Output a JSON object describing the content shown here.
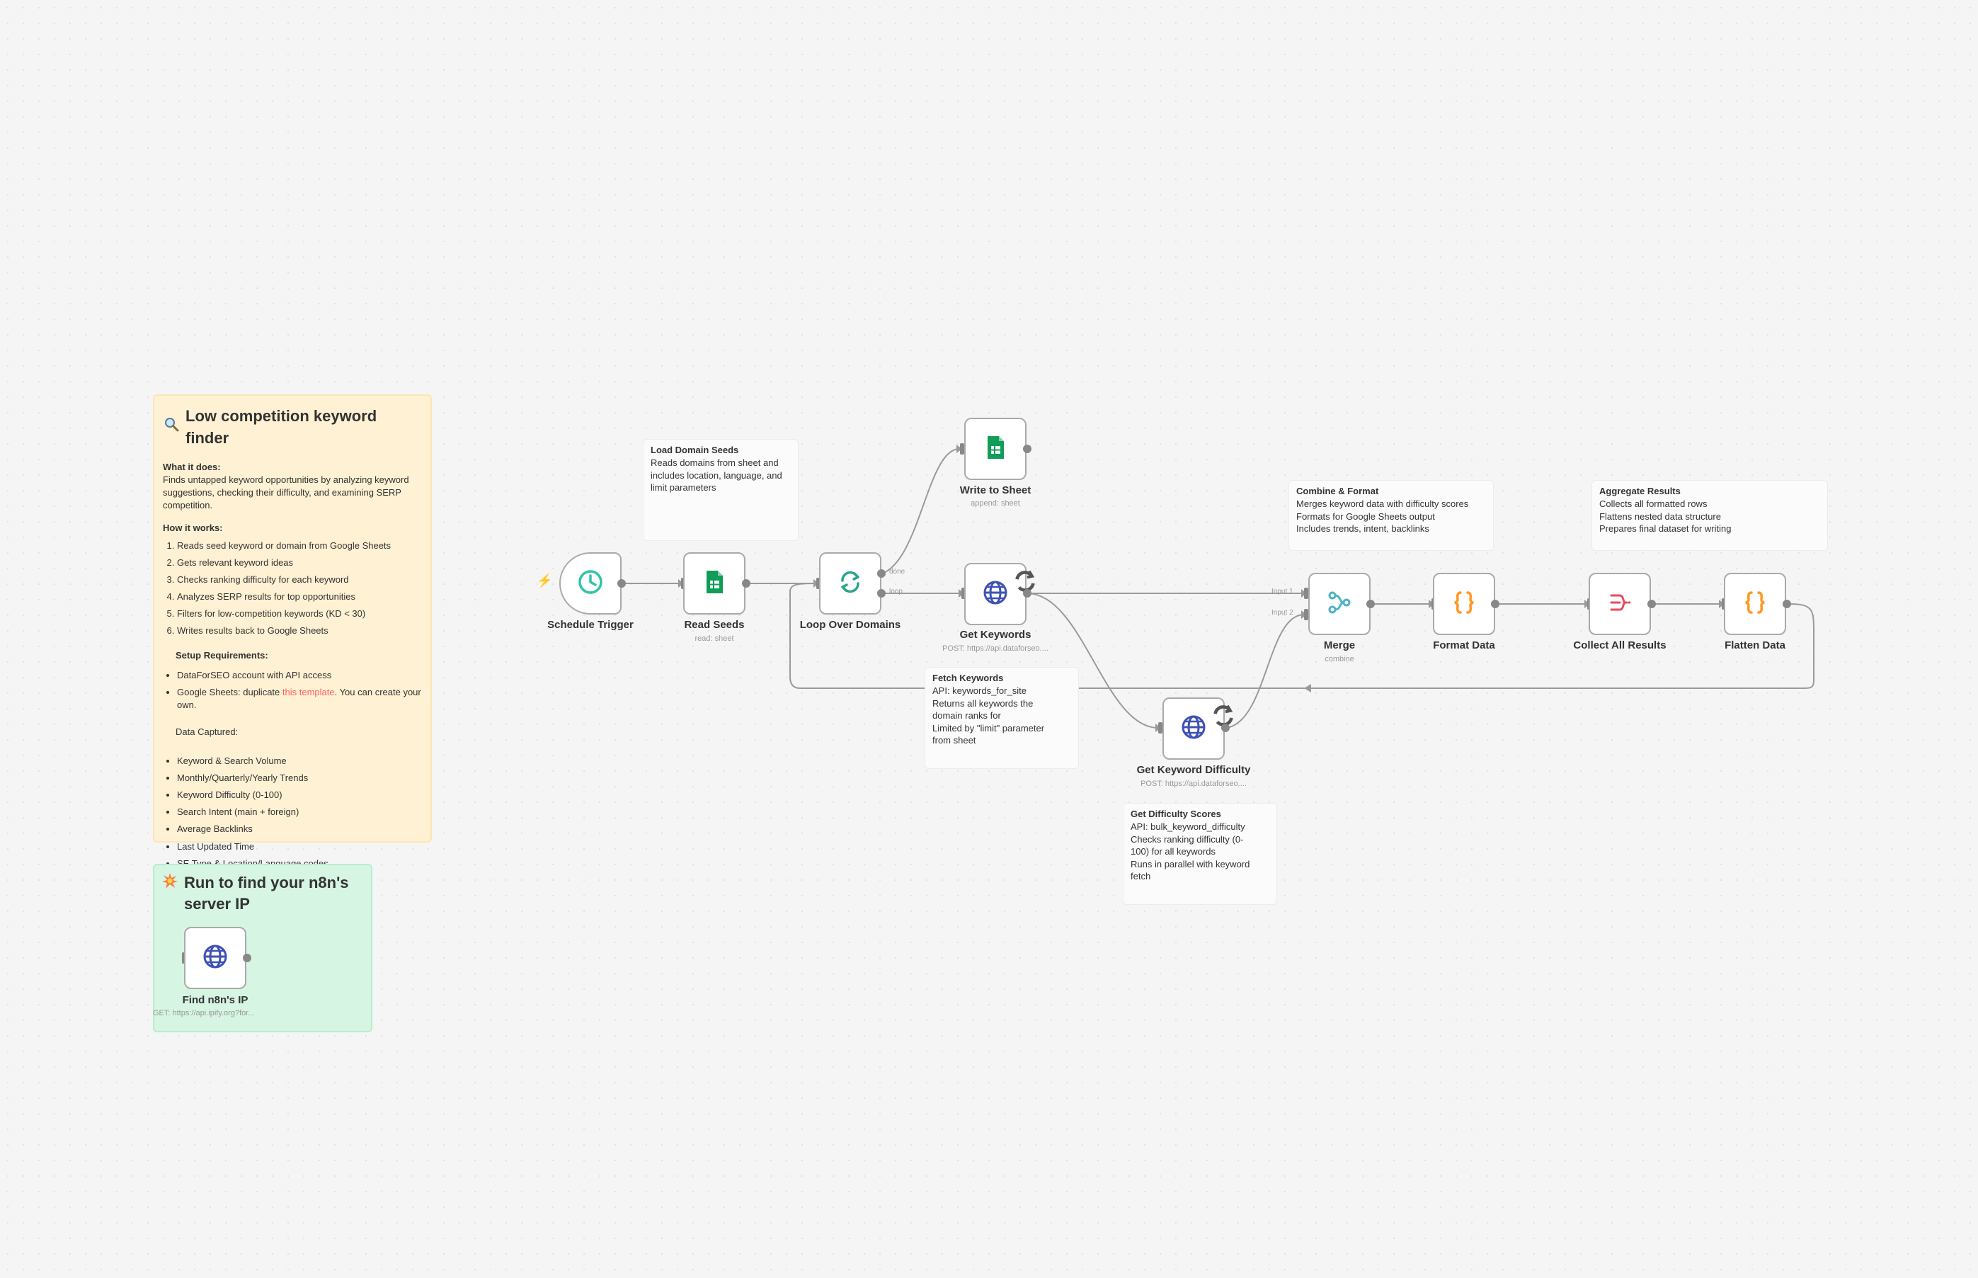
{
  "colors": {
    "accent": "#ff6d5a",
    "sheets_green": "#0f9d58",
    "http_blue": "#3f51b5",
    "code_orange": "#ff9922",
    "merge_teal": "#4fb3c8",
    "aggregate_red": "#e84a5f",
    "edge_gray": "#9a9a9a"
  },
  "main_note": {
    "icon": "magnifier-icon",
    "title": "Low competition keyword finder",
    "what_heading": "What it does:",
    "what_body": "Finds untapped keyword opportunities by analyzing keyword suggestions, checking their difficulty, and examining SERP competition.",
    "how_heading": "How it works:",
    "steps": [
      "Reads seed keyword or domain from Google Sheets",
      "Gets relevant keyword ideas",
      "Checks ranking difficulty for each keyword",
      "Analyzes SERP results for top opportunities",
      "Filters for low-competition keywords (KD < 30)",
      "Writes results back to Google Sheets"
    ],
    "setup_heading": "Setup Requirements:",
    "setup_items": {
      "item1": "DataForSEO account with API access",
      "item2_prefix": "Google Sheets: duplicate ",
      "item2_link": "this template",
      "item2_suffix": ". You can create your own."
    },
    "data_heading": "Data Captured:",
    "data_items": [
      "Keyword & Search Volume",
      "Monthly/Quarterly/Yearly Trends",
      "Keyword Difficulty (0-100)",
      "Search Intent (main + foreign)",
      "Average Backlinks",
      "Last Updated Time",
      "SE Type & Location/Language codes"
    ]
  },
  "ip_note": {
    "icon": "collision-icon",
    "title": "Run to find your n8n's server IP"
  },
  "notes": {
    "load_seeds": {
      "title": "Load Domain Seeds",
      "lines": [
        "Reads domains from sheet and",
        "includes location, language, and",
        "limit parameters"
      ]
    },
    "fetch_keywords": {
      "title": "Fetch Keywords",
      "lines": [
        "API: keywords_for_site",
        "Returns all keywords the",
        "domain ranks for",
        "Limited by \"limit\" parameter",
        "from sheet"
      ]
    },
    "difficulty": {
      "title": "Get Difficulty Scores",
      "lines": [
        "API: bulk_keyword_difficulty",
        "Checks ranking difficulty (0-",
        "100) for all keywords",
        "Runs in parallel with keyword",
        "fetch"
      ]
    },
    "combine": {
      "title": "Combine & Format",
      "lines": [
        "Merges keyword data with difficulty scores",
        "Formats for Google Sheets output",
        "Includes trends, intent, backlinks"
      ]
    },
    "aggregate": {
      "title": "Aggregate Results",
      "lines": [
        "Collects all formatted rows",
        "Flattens nested data structure",
        "Prepares final dataset for writing"
      ]
    }
  },
  "nodes": {
    "schedule": {
      "label": "Schedule Trigger",
      "sub": "",
      "icon": "clock-icon"
    },
    "read_seeds": {
      "label": "Read Seeds",
      "sub": "read: sheet",
      "icon": "google-sheets-icon"
    },
    "loop": {
      "label": "Loop Over Domains",
      "sub": "",
      "icon": "loop-icon"
    },
    "write": {
      "label": "Write to Sheet",
      "sub": "append: sheet",
      "icon": "google-sheets-icon"
    },
    "get_keywords": {
      "label": "Get Keywords",
      "sub": "POST: https://api.dataforseo....",
      "icon": "globe-icon"
    },
    "get_difficulty": {
      "label": "Get Keyword Difficulty",
      "sub": "POST: https://api.dataforseo....",
      "icon": "globe-icon"
    },
    "merge": {
      "label": "Merge",
      "sub": "combine",
      "icon": "merge-icon"
    },
    "format": {
      "label": "Format Data",
      "sub": "",
      "icon": "code-braces-icon"
    },
    "collect": {
      "label": "Collect All Results",
      "sub": "",
      "icon": "aggregate-icon"
    },
    "flatten": {
      "label": "Flatten Data",
      "sub": "",
      "icon": "code-braces-icon"
    },
    "find_ip": {
      "label": "Find n8n's IP",
      "sub": "GET: https://api.ipify.org?for...",
      "icon": "globe-icon"
    }
  },
  "edge_labels": {
    "done": "done",
    "loop": "loop",
    "input1": "Input 1",
    "input2": "Input 2"
  }
}
